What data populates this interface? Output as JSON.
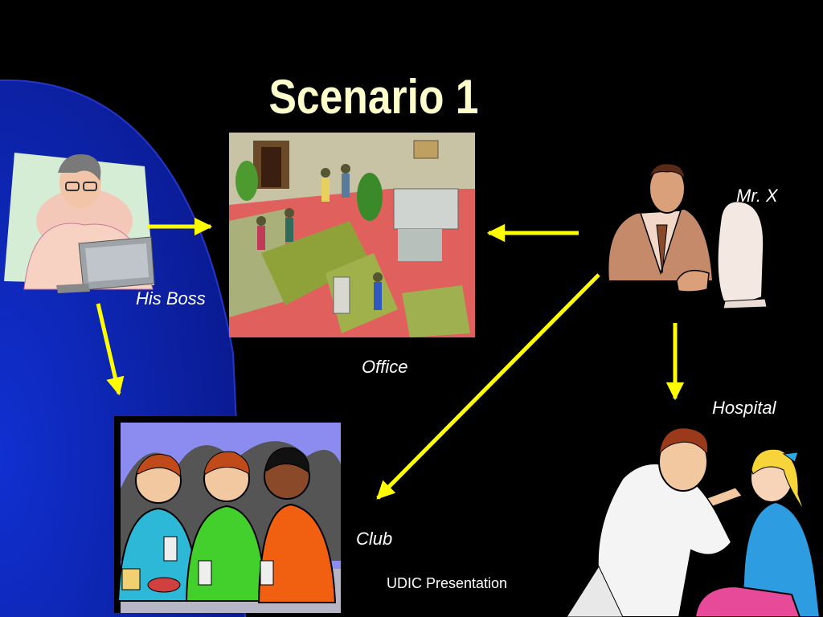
{
  "slide": {
    "title": "Scenario 1",
    "footer": "UDIC Presentation"
  },
  "labels": {
    "his_boss": "His Boss",
    "office": "Office",
    "mr_x": "Mr. X",
    "hospital": "Hospital",
    "club": "Club"
  },
  "colors": {
    "background": "#000000",
    "title": "#FFFFCC",
    "arrow": "#FFFF00",
    "arc_blue": "#0B1FB0",
    "label_text": "#FFFFFF"
  },
  "icons": {
    "boss": "man-at-computer-icon",
    "office": "office-floor-clipart",
    "mr_x": "businessman-with-computer-icon",
    "club": "friends-drinking-clipart",
    "hospital": "doctor-examining-child-clipart"
  }
}
